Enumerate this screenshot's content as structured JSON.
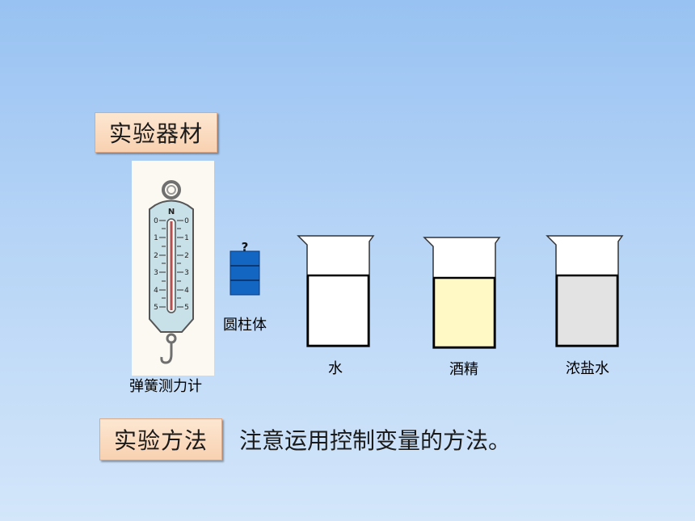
{
  "equipment": {
    "title": "实验器材",
    "items": {
      "spring_scale": {
        "label": "弹簧测力计",
        "unit": "N",
        "ticks": [
          "0",
          "1",
          "2",
          "3",
          "4",
          "5"
        ]
      },
      "cylinder": {
        "label": "圆柱体",
        "hook_mark": "?"
      },
      "water": {
        "label": "水",
        "color": "#ffffff"
      },
      "alcohol": {
        "label": "酒精",
        "color": "#fff9c6"
      },
      "brine": {
        "label": "浓盐水",
        "color": "#e3e3e3"
      }
    }
  },
  "method": {
    "title": "实验方法",
    "text": "注意运用控制变量的方法。"
  }
}
